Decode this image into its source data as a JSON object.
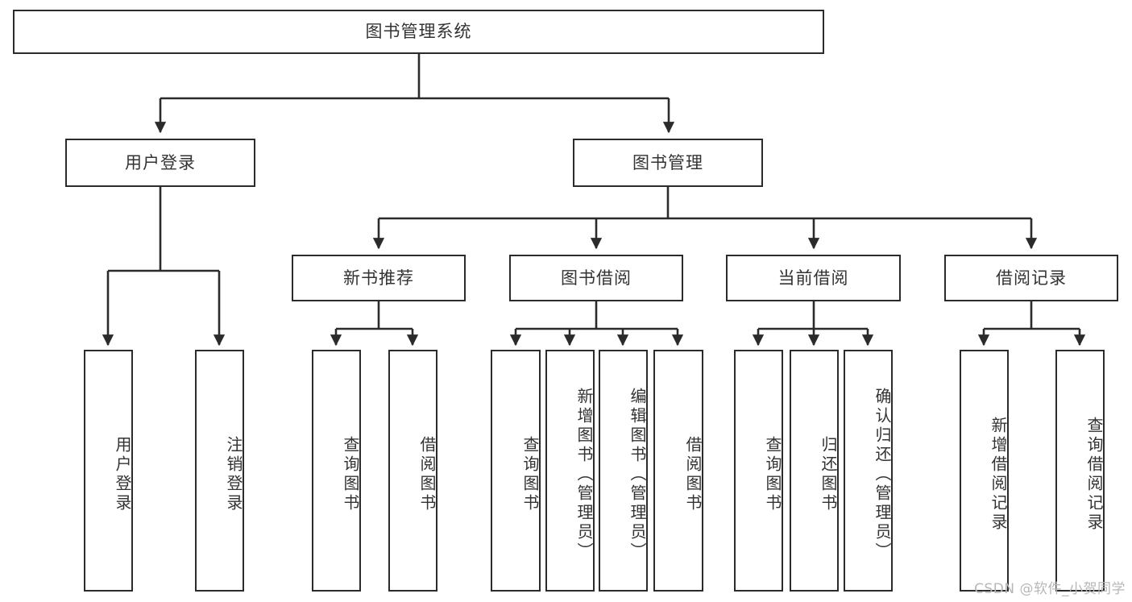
{
  "diagram": {
    "title_node": {
      "label": "图书管理系统"
    },
    "level1": [
      {
        "id": "user-login",
        "label": "用户登录"
      },
      {
        "id": "book-management",
        "label": "图书管理"
      }
    ],
    "level2": [
      {
        "id": "new-book-recommend",
        "label": "新书推荐"
      },
      {
        "id": "book-borrow",
        "label": "图书借阅"
      },
      {
        "id": "current-borrow",
        "label": "当前借阅"
      },
      {
        "id": "borrow-record",
        "label": "借阅记录"
      }
    ],
    "leaves": {
      "user_login": [
        {
          "id": "leaf-user-login",
          "label": "用户登录"
        },
        {
          "id": "leaf-logout-login",
          "label": "注销登录"
        }
      ],
      "new_book_recommend": [
        {
          "id": "leaf-query-book-1",
          "label": "查询图书"
        },
        {
          "id": "leaf-borrow-book-1",
          "label": "借阅图书"
        }
      ],
      "book_borrow": [
        {
          "id": "leaf-query-book-2",
          "label": "查询图书"
        },
        {
          "id": "leaf-add-book",
          "label": "新增图书（管理员）"
        },
        {
          "id": "leaf-edit-book",
          "label": "编辑图书（管理员）"
        },
        {
          "id": "leaf-borrow-book-2",
          "label": "借阅图书"
        }
      ],
      "current_borrow": [
        {
          "id": "leaf-query-book-3",
          "label": "查询图书"
        },
        {
          "id": "leaf-return-book",
          "label": "归还图书"
        },
        {
          "id": "leaf-confirm-return",
          "label": "确认归还（管理员）"
        }
      ],
      "borrow_record": [
        {
          "id": "leaf-add-record",
          "label": "新增借阅记录"
        },
        {
          "id": "leaf-query-record",
          "label": "查询借阅记录"
        }
      ]
    }
  },
  "watermark": {
    "text": "CSDN @软件_小贺同学"
  },
  "colors": {
    "stroke": "#2b2b2b",
    "text": "#333333",
    "background": "#ffffff",
    "watermark": "#b7b7b7"
  }
}
